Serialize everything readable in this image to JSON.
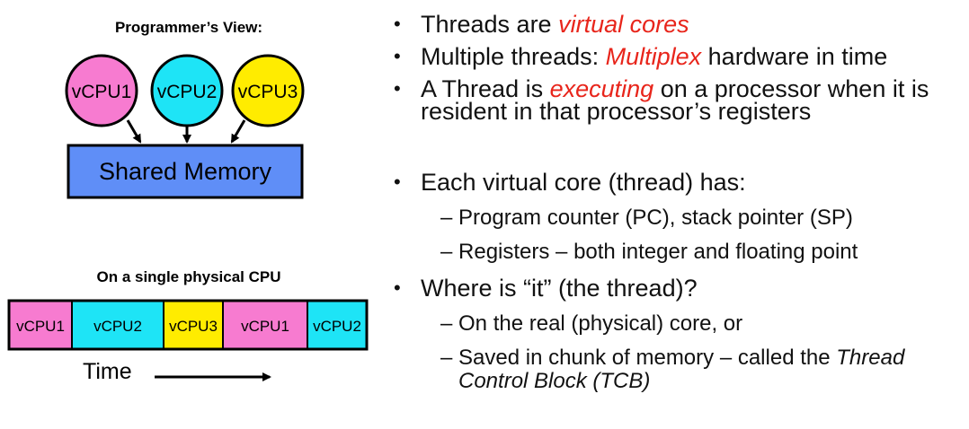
{
  "left": {
    "programmers_view_title": "Programmer’s View:",
    "vcpus": [
      {
        "label": "vCPU1",
        "color": "#f77bd0"
      },
      {
        "label": "vCPU2",
        "color": "#1ee4f6"
      },
      {
        "label": "vCPU3",
        "color": "#ffec00"
      }
    ],
    "shared_memory_label": "Shared Memory",
    "shared_memory_color": "#5f8ef7",
    "single_cpu_title": "On a single physical CPU",
    "timeline_segments": [
      {
        "label": "vCPU1",
        "color": "#f77bd0"
      },
      {
        "label": "vCPU2",
        "color": "#1ee4f6"
      },
      {
        "label": "vCPU3",
        "color": "#ffec00"
      },
      {
        "label": "vCPU1",
        "color": "#f77bd0"
      },
      {
        "label": "vCPU2",
        "color": "#1ee4f6"
      }
    ],
    "time_label": "Time"
  },
  "right": {
    "bullet_char": "•",
    "b1_pre": "Threads are ",
    "b1_em": "virtual cores",
    "b2_pre": "Multiple threads: ",
    "b2_em": "Multiplex",
    "b2_post": " hardware in time",
    "b3_pre": "A Thread is ",
    "b3_em": "executing",
    "b3_post": " on a processor when it is",
    "b3_line2": "resident in that processor’s registers",
    "b4": "Each virtual core (thread) has:",
    "b4_sub1": "– Program counter (PC), stack pointer (SP)",
    "b4_sub2": "– Registers – both integer and floating point",
    "b5": "Where is “it” (the thread)?",
    "b5_sub1": "– On the real (physical) core, or",
    "b5_sub2_pre": "– Saved in chunk of memory – called the ",
    "b5_sub2_em": "Thread",
    "b5_sub2_line2": "Control Block (TCB)"
  },
  "colors": {
    "emphasis": "#e8251b"
  }
}
